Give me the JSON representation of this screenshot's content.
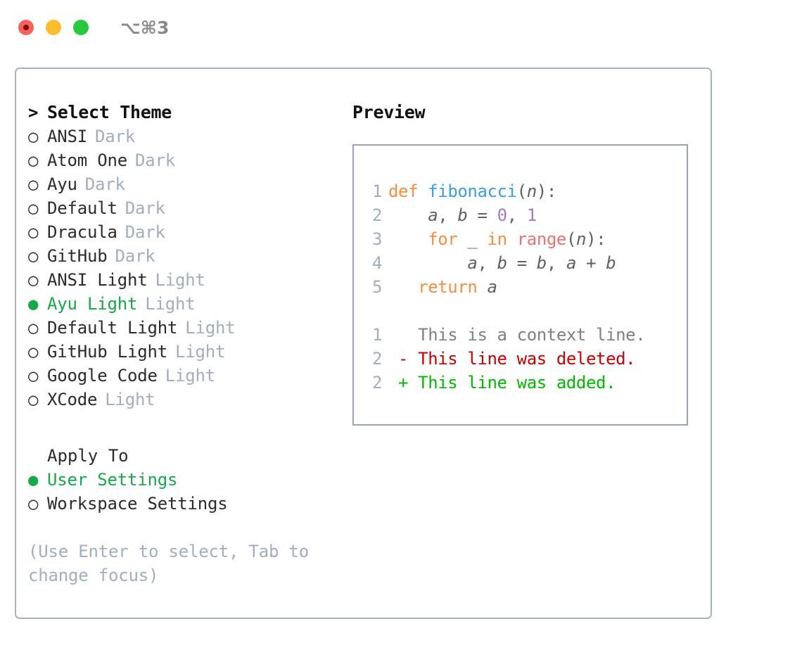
{
  "window": {
    "traffic_lights": [
      "close",
      "minimize",
      "maximize"
    ],
    "shortcut": "⌥⌘3"
  },
  "theme_picker": {
    "heading": "Select Theme",
    "heading_marker": ">",
    "selected_marker": "●",
    "unselected_marker": "○",
    "accent_color": "#17A84A",
    "items": [
      {
        "label": "ANSI",
        "tag": "Dark",
        "selected": false
      },
      {
        "label": "Atom One",
        "tag": "Dark",
        "selected": false
      },
      {
        "label": "Ayu",
        "tag": "Dark",
        "selected": false
      },
      {
        "label": "Default",
        "tag": "Dark",
        "selected": false
      },
      {
        "label": "Dracula",
        "tag": "Dark",
        "selected": false
      },
      {
        "label": "GitHub",
        "tag": "Dark",
        "selected": false
      },
      {
        "label": "ANSI Light",
        "tag": "Light",
        "selected": false
      },
      {
        "label": "Ayu Light",
        "tag": "Light",
        "selected": true
      },
      {
        "label": "Default Light",
        "tag": "Light",
        "selected": false
      },
      {
        "label": "GitHub Light",
        "tag": "Light",
        "selected": false
      },
      {
        "label": "Google Code",
        "tag": "Light",
        "selected": false
      },
      {
        "label": "XCode",
        "tag": "Light",
        "selected": false
      }
    ]
  },
  "apply_to": {
    "heading": "Apply To",
    "items": [
      {
        "label": "User Settings",
        "selected": true
      },
      {
        "label": "Workspace Settings",
        "selected": false
      }
    ]
  },
  "hint": "(Use Enter to select, Tab to change focus)",
  "preview": {
    "title": "Preview",
    "code_lines": [
      {
        "n": "1",
        "tokens": [
          {
            "t": "def",
            "c": "kw"
          },
          {
            "t": " ",
            "c": "punc"
          },
          {
            "t": "fibonacci",
            "c": "fn"
          },
          {
            "t": "(",
            "c": "punc"
          },
          {
            "t": "n",
            "c": "var"
          },
          {
            "t": "):",
            "c": "punc"
          }
        ]
      },
      {
        "n": "2",
        "tokens": [
          {
            "t": "    ",
            "c": "punc"
          },
          {
            "t": "a",
            "c": "var"
          },
          {
            "t": ", ",
            "c": "punc"
          },
          {
            "t": "b",
            "c": "var"
          },
          {
            "t": " = ",
            "c": "punc"
          },
          {
            "t": "0",
            "c": "num"
          },
          {
            "t": ", ",
            "c": "punc"
          },
          {
            "t": "1",
            "c": "num"
          }
        ]
      },
      {
        "n": "3",
        "tokens": [
          {
            "t": "    ",
            "c": "punc"
          },
          {
            "t": "for",
            "c": "kw"
          },
          {
            "t": " ",
            "c": "punc"
          },
          {
            "t": "_",
            "c": "var"
          },
          {
            "t": " ",
            "c": "punc"
          },
          {
            "t": "in",
            "c": "kw"
          },
          {
            "t": " ",
            "c": "punc"
          },
          {
            "t": "range",
            "c": "call"
          },
          {
            "t": "(",
            "c": "punc"
          },
          {
            "t": "n",
            "c": "var"
          },
          {
            "t": "):",
            "c": "punc"
          }
        ]
      },
      {
        "n": "4",
        "tokens": [
          {
            "t": "        ",
            "c": "punc"
          },
          {
            "t": "a",
            "c": "var"
          },
          {
            "t": ", ",
            "c": "punc"
          },
          {
            "t": "b",
            "c": "var"
          },
          {
            "t": " = ",
            "c": "punc"
          },
          {
            "t": "b",
            "c": "var"
          },
          {
            "t": ", ",
            "c": "punc"
          },
          {
            "t": "a",
            "c": "var"
          },
          {
            "t": " + ",
            "c": "punc"
          },
          {
            "t": "b",
            "c": "var"
          }
        ]
      },
      {
        "n": "5",
        "tokens": [
          {
            "t": "   ",
            "c": "punc"
          },
          {
            "t": "return",
            "c": "kw"
          },
          {
            "t": " ",
            "c": "punc"
          },
          {
            "t": "a",
            "c": "var"
          }
        ]
      }
    ],
    "diff_lines": [
      {
        "n": "1",
        "sign": " ",
        "text": "This is a context line.",
        "kind": "ctx"
      },
      {
        "n": "2",
        "sign": "-",
        "text": "This line was deleted.",
        "kind": "del"
      },
      {
        "n": "2",
        "sign": "+",
        "text": "This line was added.",
        "kind": "add"
      }
    ]
  }
}
